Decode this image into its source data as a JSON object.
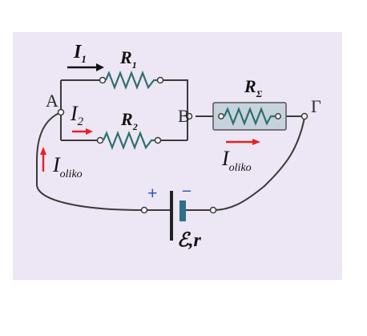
{
  "labels": {
    "node_a": "A",
    "node_b": "B",
    "node_gamma": "Γ",
    "current_i1": {
      "main": "I",
      "sub": "1"
    },
    "current_i2": {
      "main": "I",
      "sub": "2"
    },
    "current_total_left": {
      "main": "I",
      "sub": "oliko"
    },
    "current_total_right": {
      "main": "I",
      "sub": "oliko"
    },
    "resistor_r1": {
      "main": "R",
      "sub": "1"
    },
    "resistor_r2": {
      "main": "R",
      "sub": "2"
    },
    "resistor_r3": {
      "main": "R",
      "sub": "Σ"
    },
    "battery_plus": "+",
    "battery_minus": "–",
    "battery_emf": "ℰ,r"
  },
  "colors": {
    "background_panel": "#ede6f4",
    "wire": "#3a3a3a",
    "resistor_box": "#c7d3dc",
    "arrow_red": "#e52222",
    "arrow_dark": "#111111",
    "polarity_blue": "#2a5ab8",
    "battery_plate": "#2e6f8a"
  }
}
